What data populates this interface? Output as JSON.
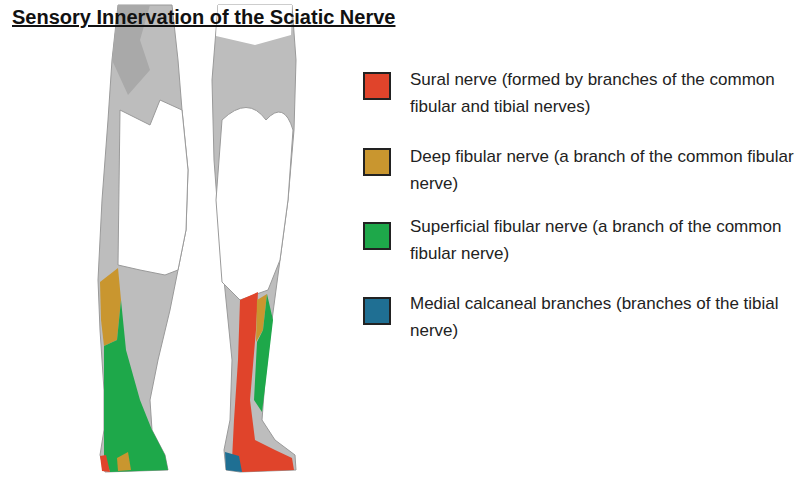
{
  "diagram": {
    "title": "Sensory Innervation of the Sciatic Nerve",
    "legend": [
      {
        "text": "Sural nerve (formed by branches of the common fibular and tibial nerves)",
        "color": "#e0442b"
      },
      {
        "text": "Deep fibular nerve (a branch of the common fibular nerve)",
        "color": "#c9962f"
      },
      {
        "text": "Superficial fibular nerve (a branch of the common fibular nerve)",
        "color": "#1ea84a"
      },
      {
        "text": "Medial calcaneal branches (branches of the tibial nerve)",
        "color": "#1f6f93"
      }
    ]
  }
}
